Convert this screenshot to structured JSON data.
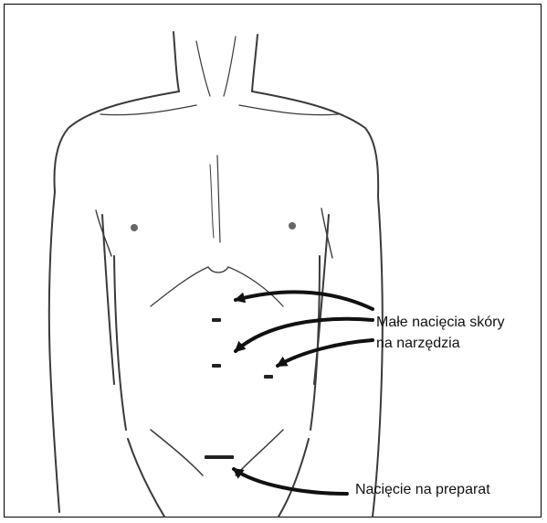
{
  "labels": {
    "small_incisions_line1": "Małe nacięcia skóry",
    "small_incisions_line2": "na narzędzia",
    "specimen_incision": "Nacięcie na preparat"
  },
  "colors": {
    "line": "#3a3a3a",
    "arrow": "#111111"
  }
}
